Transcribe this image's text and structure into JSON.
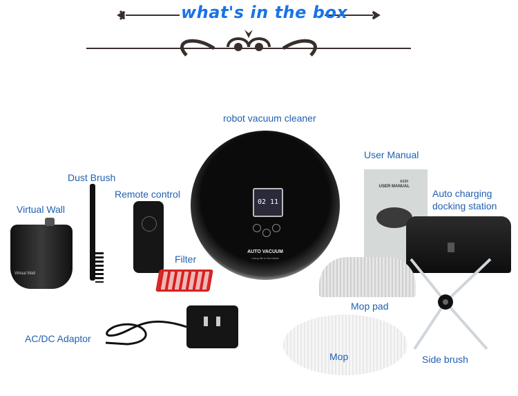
{
  "header": {
    "title": "what's in the box"
  },
  "items": {
    "robot": "robot vacuum cleaner",
    "manual": "User Manual",
    "dust_brush": "Dust Brush",
    "remote": "Remote control",
    "dock_line1": "Auto charging",
    "dock_line2": "docking station",
    "virtual_wall": "Virtual Wall",
    "filter": "Filter",
    "mop_pad": "Mop pad",
    "adaptor": "AC/DC Adaptor",
    "mop": "Mop",
    "side_brush": "Side brush"
  },
  "product_text": {
    "robot_brand": "AUTO VACUUM",
    "robot_slogan": "Living life to the fullest",
    "display_time": "02 11",
    "manual_model": "A320",
    "manual_title": "USER MANUAL",
    "virtual_wall_text": "Virtual Wall"
  },
  "colors": {
    "label": "#1f5fb0",
    "title": "#1a73e8",
    "ornament": "#3a2e2c"
  }
}
